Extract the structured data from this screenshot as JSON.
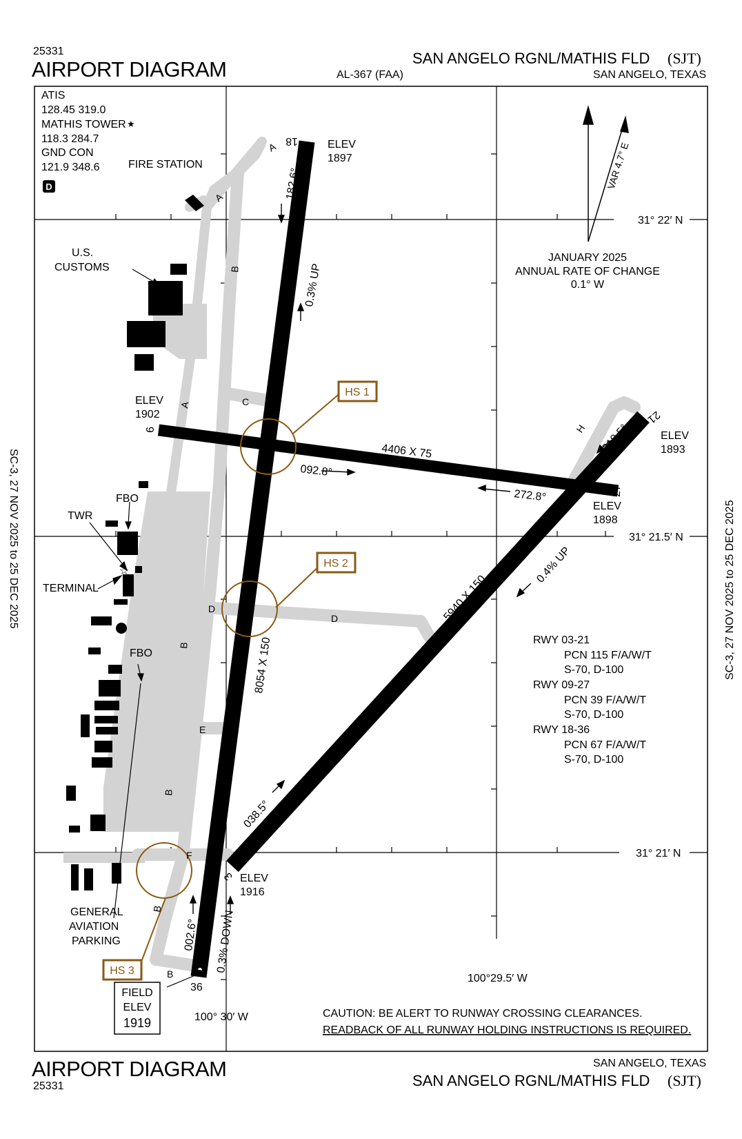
{
  "header": {
    "chart_number": "25331",
    "title": "AIRPORT DIAGRAM",
    "procedure_id": "AL-367 (FAA)",
    "airport_name": "SAN ANGELO RGNL/MATHIS FLD",
    "airport_code": "(SJT)",
    "location": "SAN ANGELO, TEXAS"
  },
  "footer": {
    "chart_number": "25331",
    "title": "AIRPORT DIAGRAM",
    "airport_name": "SAN ANGELO RGNL/MATHIS FLD",
    "airport_code": "(SJT)",
    "location": "SAN ANGELO, TEXAS"
  },
  "margins": {
    "left_cycle": "SC-3,  27 NOV 2025  to  25 DEC 2025",
    "right_cycle": "SC-3,  27 NOV 2025  to  25 DEC 2025"
  },
  "frequencies": {
    "atis_label": "ATIS",
    "atis_freqs": "128.45  319.0",
    "tower_label": "MATHIS TOWER",
    "tower_freqs": "118.3  284.7",
    "gnd_label": "GND CON",
    "gnd_freqs": "121.9  348.6",
    "d_symbol": "D"
  },
  "magnetic": {
    "variation": "VAR 4.7° E",
    "date": "JANUARY 2025",
    "rate_label": "ANNUAL RATE OF CHANGE",
    "rate": "0.1° W"
  },
  "coordinates": {
    "lat_top": "31° 22′ N",
    "lat_mid": "31° 21.5′ N",
    "lat_bottom": "31° 21′ N",
    "lon_left": "100° 30′ W",
    "lon_right": "100°29.5′ W"
  },
  "runways": {
    "rwy18_36": {
      "dims": "8054 X 150",
      "num_top": "18",
      "num_bottom": "36",
      "hdg_south": "182.6°",
      "hdg_north": "002.6°",
      "slope_top": "0.3% UP",
      "slope_bottom": "0.3% DOWN",
      "elev_top_label": "ELEV",
      "elev_top": "1897"
    },
    "rwy09_27": {
      "dims": "4406 X 75",
      "num_left": "9",
      "num_right": "27",
      "hdg_east": "092.8°",
      "hdg_west": "272.8°",
      "elev_left_label": "ELEV",
      "elev_left": "1902",
      "elev_right_label": "ELEV",
      "elev_right": "1898"
    },
    "rwy03_21": {
      "dims": "5940 X 150",
      "num_ne": "21",
      "num_sw": "3",
      "hdg_sw": "218.5°",
      "hdg_ne": "038.5°",
      "slope": "0.4% UP",
      "elev_ne_label": "ELEV",
      "elev_ne": "1893",
      "elev_sw_label": "ELEV",
      "elev_sw": "1916"
    }
  },
  "taxiways": {
    "A": "A",
    "B": "B",
    "C": "C",
    "D": "D",
    "E": "E",
    "F": "F",
    "H": "H"
  },
  "hotspots": {
    "hs1": "HS 1",
    "hs2": "HS 2",
    "hs3": "HS 3"
  },
  "facilities": {
    "fire_station": "FIRE STATION",
    "customs_line1": "U.S.",
    "customs_line2": "CUSTOMS",
    "fbo_top": "FBO",
    "fbo_mid": "FBO",
    "twr": "TWR",
    "terminal": "TERMINAL",
    "ga_line1": "GENERAL",
    "ga_line2": "AVIATION",
    "ga_line3": "PARKING"
  },
  "field_elev": {
    "line1": "FIELD",
    "line2": "ELEV",
    "value": "1919"
  },
  "pcn": {
    "rwy1": "RWY 03-21",
    "rwy1_pcn": "PCN 115 F/A/W/T",
    "rwy1_sw": "S-70, D-100",
    "rwy2": "RWY 09-27",
    "rwy2_pcn": "PCN 39 F/A/W/T",
    "rwy2_sw": "S-70, D-100",
    "rwy3": "RWY 18-36",
    "rwy3_pcn": "PCN 67 F/A/W/T",
    "rwy3_sw": "S-70, D-100"
  },
  "caution": {
    "line1": "CAUTION:  BE ALERT TO RUNWAY CROSSING CLEARANCES.",
    "line2": "READBACK OF ALL RUNWAY HOLDING INSTRUCTIONS IS REQUIRED."
  },
  "colors": {
    "runway": "#000000",
    "taxiway": "#d3d3d3",
    "hotspot": "#8a5a14",
    "background": "#ffffff"
  }
}
